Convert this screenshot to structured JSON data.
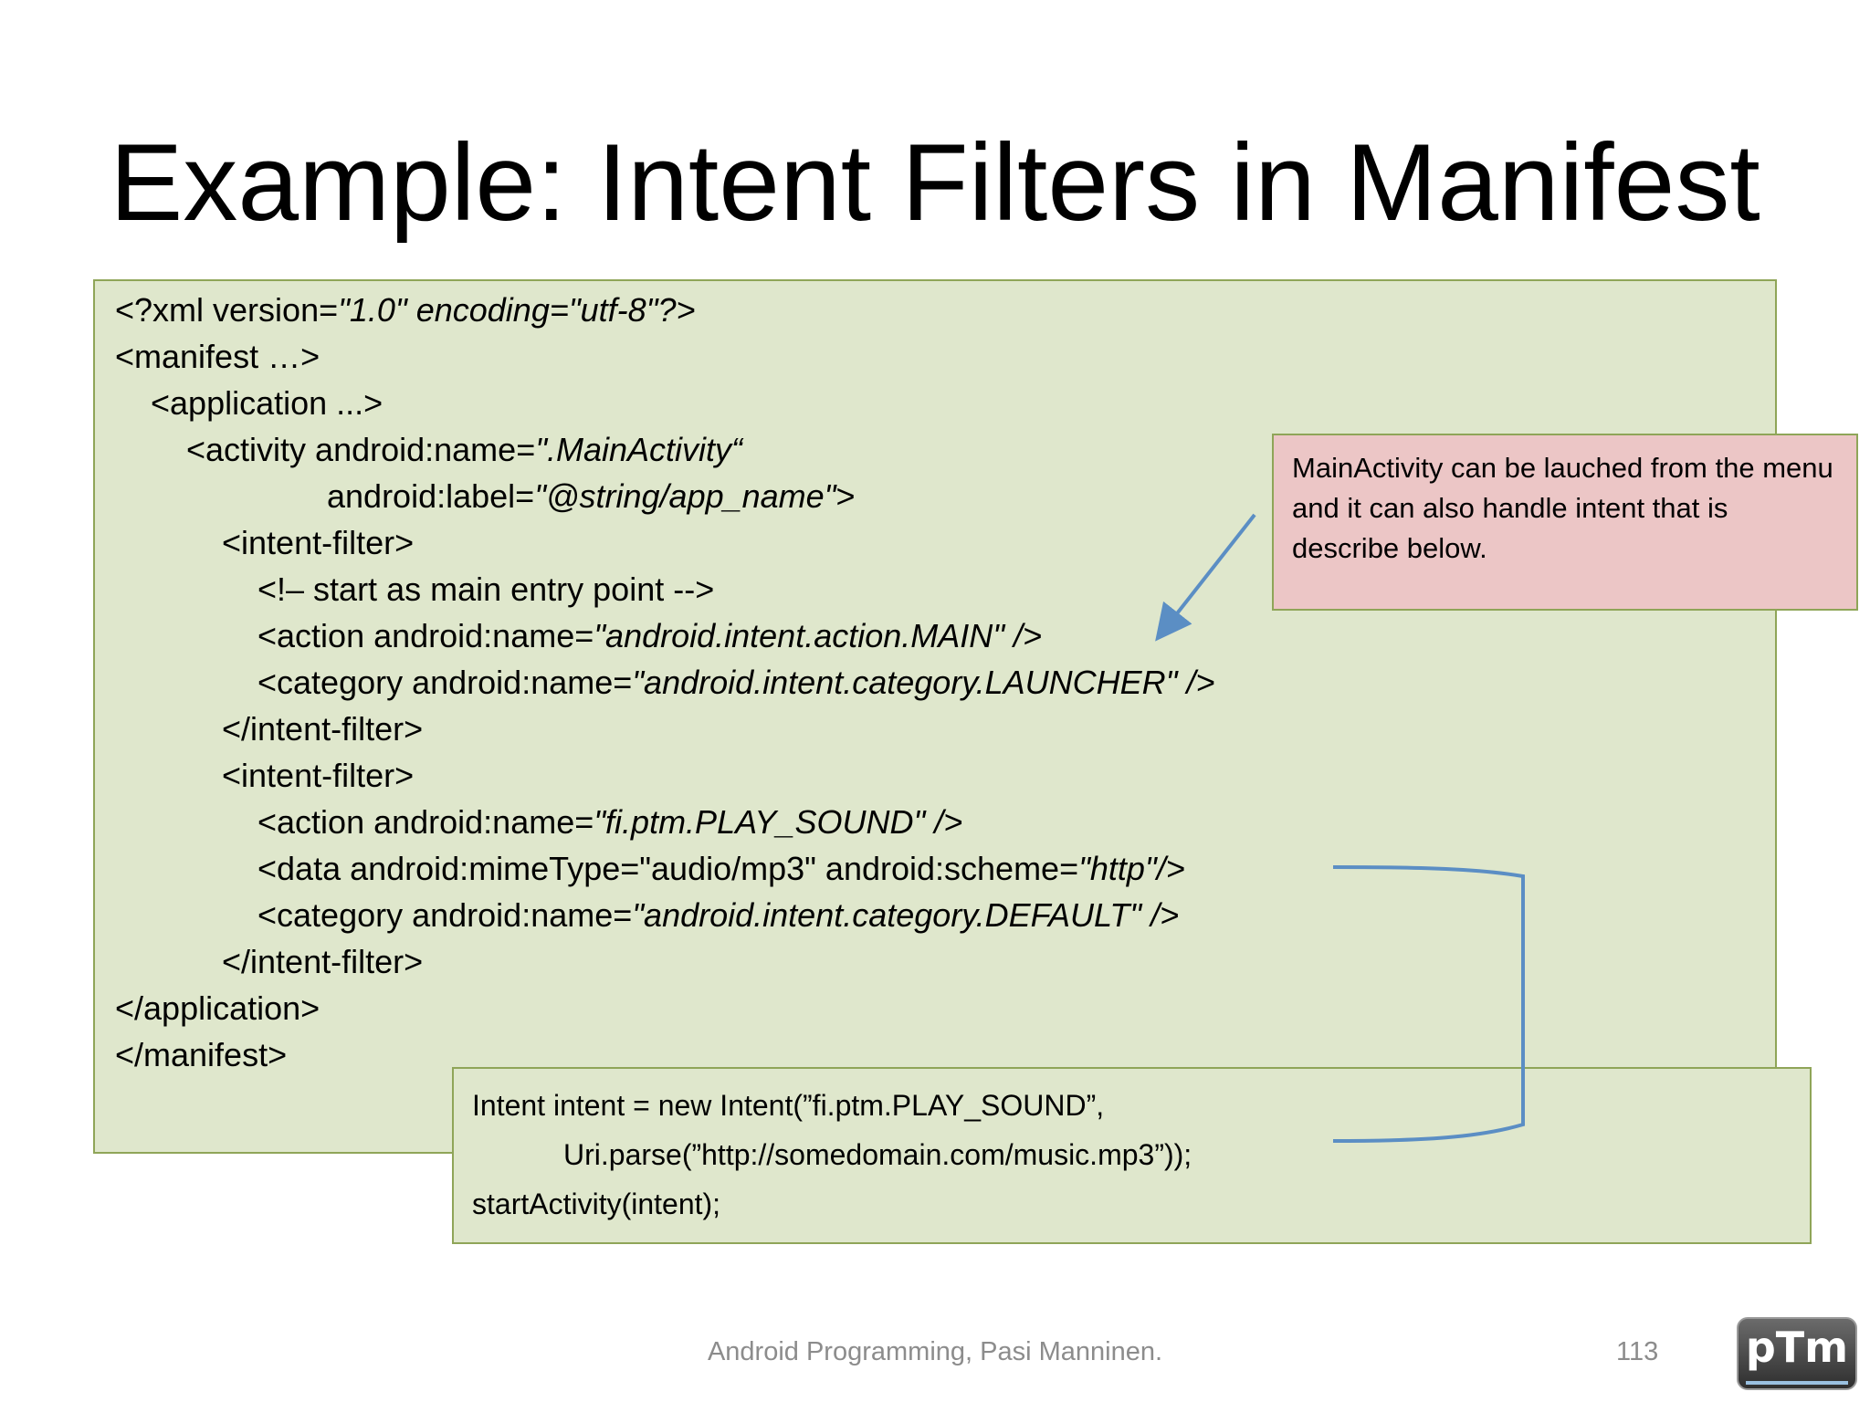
{
  "slide": {
    "title": "Example: Intent Filters in Manifest",
    "footer": "Android Programming, Pasi Manninen.",
    "page_number": "113",
    "logo_text": "pTm"
  },
  "code": {
    "lines": [
      {
        "a": "<?xml version=",
        "b": "\"1.0\" encoding=\"utf-8\"?>",
        "c": ""
      },
      {
        "a": "<manifest …>",
        "b": "",
        "c": ""
      },
      {
        "a": "<application ...>",
        "b": "",
        "c": ""
      },
      {
        "a": "<activity android:name=",
        "b": "\".MainActivity“",
        "c": ""
      },
      {
        "a": "android:label=",
        "b": "\"@string/app_name\"",
        "c": ">"
      },
      {
        "a": "<intent-filter>",
        "b": "",
        "c": ""
      },
      {
        "a": "<!– start as main entry point -->",
        "b": "",
        "c": ""
      },
      {
        "a": "<action android:name=",
        "b": "\"android.intent.action.MAIN\" />",
        "c": ""
      },
      {
        "a": "<category android:name=",
        "b": "\"android.intent.category.LAUNCHER\" />",
        "c": ""
      },
      {
        "a": "</intent-filter>",
        "b": "",
        "c": ""
      },
      {
        "a": "<intent-filter>",
        "b": "",
        "c": ""
      },
      {
        "a": "<action android:name=",
        "b": "\"fi.ptm.PLAY_SOUND\" />",
        "c": ""
      },
      {
        "a": "<data android:mimeType=\"audio/mp3\" android:scheme=",
        "b": "\"http\"/>",
        "c": ""
      },
      {
        "a": "<category android:name=",
        "b": "\"android.intent.category.DEFAULT\" />",
        "c": ""
      },
      {
        "a": "</intent-filter>",
        "b": "",
        "c": ""
      },
      {
        "a": "</application>",
        "b": "",
        "c": ""
      },
      {
        "a": "</manifest>",
        "b": "",
        "c": ""
      }
    ]
  },
  "callout": {
    "text": "MainActivity can be lauched from the menu and it can also handle intent that is describe below."
  },
  "snippet": {
    "line1": "Intent intent = new Intent(”fi.ptm.PLAY_SOUND”,",
    "line2": "Uri.parse(”http://somedomain.com/music.mp3”));",
    "line3": "startActivity(intent);"
  },
  "colors": {
    "code_bg": "#dfe7cc",
    "border": "#8fa558",
    "callout_bg": "#ecc6c6",
    "arrow": "#5b8ec4"
  }
}
